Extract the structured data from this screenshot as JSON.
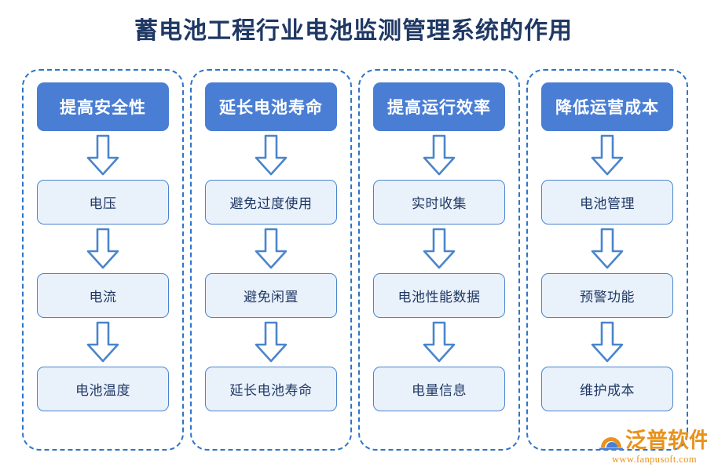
{
  "page": {
    "title": "蓄电池工程行业电池监测管理系统的作用",
    "background": "#ffffff",
    "title_color": "#1f3864"
  },
  "theme": {
    "header_fill": "#4a7ed4",
    "header_text": "#ffffff",
    "step_fill": "#e9f1fb",
    "step_border": "#4a85cc",
    "step_text": "#1f3864",
    "panel_border": "#2e74c8",
    "arrow_stroke": "#4a85cc",
    "arrow_fill": "#ffffff",
    "logo_color": "#e8921c"
  },
  "columns": [
    {
      "header": "提高安全性",
      "steps": [
        "电压",
        "电流",
        "电池温度"
      ]
    },
    {
      "header": "延长电池寿命",
      "steps": [
        "避免过度使用",
        "避免闲置",
        "延长电池寿命"
      ]
    },
    {
      "header": "提高运行效率",
      "steps": [
        "实时收集",
        "电池性能数据",
        "电量信息"
      ]
    },
    {
      "header": "降低运营成本",
      "steps": [
        "电池管理",
        "预警功能",
        "维护成本"
      ]
    }
  ],
  "watermark": {
    "brand": "泛普软件",
    "url": "www.fanpusoft.com"
  }
}
